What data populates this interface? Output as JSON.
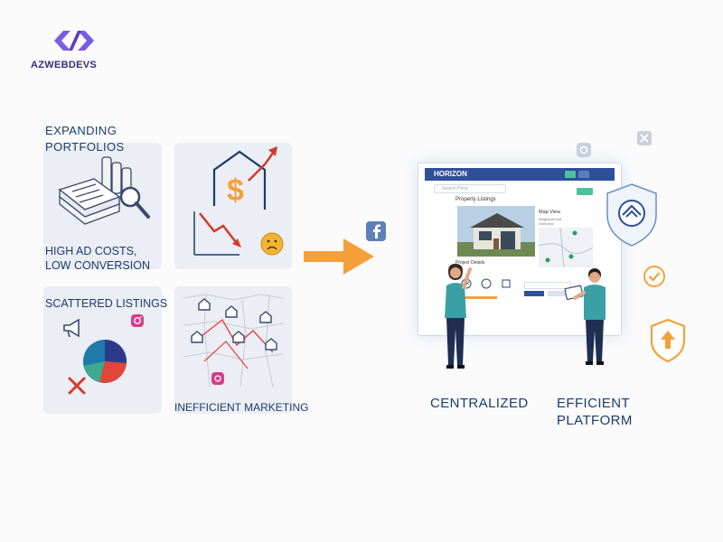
{
  "brand": {
    "name": "AZWEBDEVS"
  },
  "problems": {
    "expanding": "EXPANDING\nPORTFOLIOS",
    "ad_costs": "HIGH AD COSTS,\nLOW CONVERSION",
    "scattered": "SCATTERED LISTINGS",
    "inefficient": "INEFFICIENT MARKETING"
  },
  "dashboard": {
    "title": "HORIZON",
    "search_placeholder": "Search Price",
    "section_listings": "Property Listings",
    "section_details": "Project Details",
    "map_view": "Map View",
    "map_sub": "Neighborhood Overview"
  },
  "solutions": {
    "centralized": "CENTRALIZED",
    "efficient": "EFFICIENT\nPLATFORM"
  },
  "colors": {
    "accent_orange": "#f5a03b",
    "navy": "#1c3b6e",
    "header_blue": "#2f4f9a",
    "logo_purple": "#6a4fd6"
  },
  "icons": [
    "logo-icon",
    "books-icon",
    "magnifier-icon",
    "house-dollar-icon",
    "trend-up-arrow-icon",
    "trend-down-arrow-icon",
    "sad-face-icon",
    "megaphone-icon",
    "instagram-icon",
    "pie-chart-icon",
    "x-mark-icon",
    "map-icon",
    "arrow-right-icon",
    "facebook-icon",
    "shield-house-icon",
    "check-circle-icon",
    "shield-arrow-icon",
    "close-icon"
  ]
}
